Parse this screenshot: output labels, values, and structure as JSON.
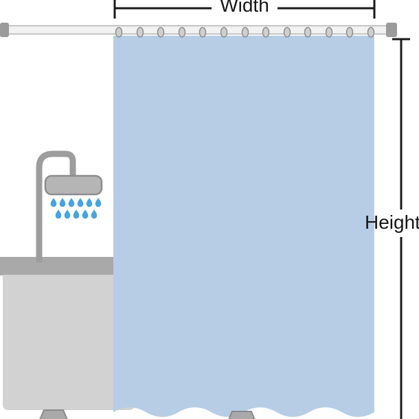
{
  "diagram": {
    "labels": {
      "width": "Width",
      "height": "Height"
    },
    "colors": {
      "background": "#ffffff",
      "curtain": "#b6cde5",
      "water_drop": "#46a4e2",
      "rod_fill": "#f2f2f2",
      "rod_stroke": "#b3b3b3",
      "mount": "#9b9b9b",
      "hook_fill": "#cfcfcf",
      "hook_stroke": "#8f8f8f",
      "fixture_pipe": "#9d9d9d",
      "shower_head_fill": "#b5b5b5",
      "shower_head_stroke": "#8d8d8d",
      "tub_rim": "#a9a9a9",
      "tub_body": "#d2d2d2",
      "foot_stroke": "#8a8a8a",
      "dimension_line": "#1a1a1a",
      "label_text": "#161616"
    },
    "counts": {
      "curtain_hooks": 13,
      "water_drops": 11
    }
  }
}
